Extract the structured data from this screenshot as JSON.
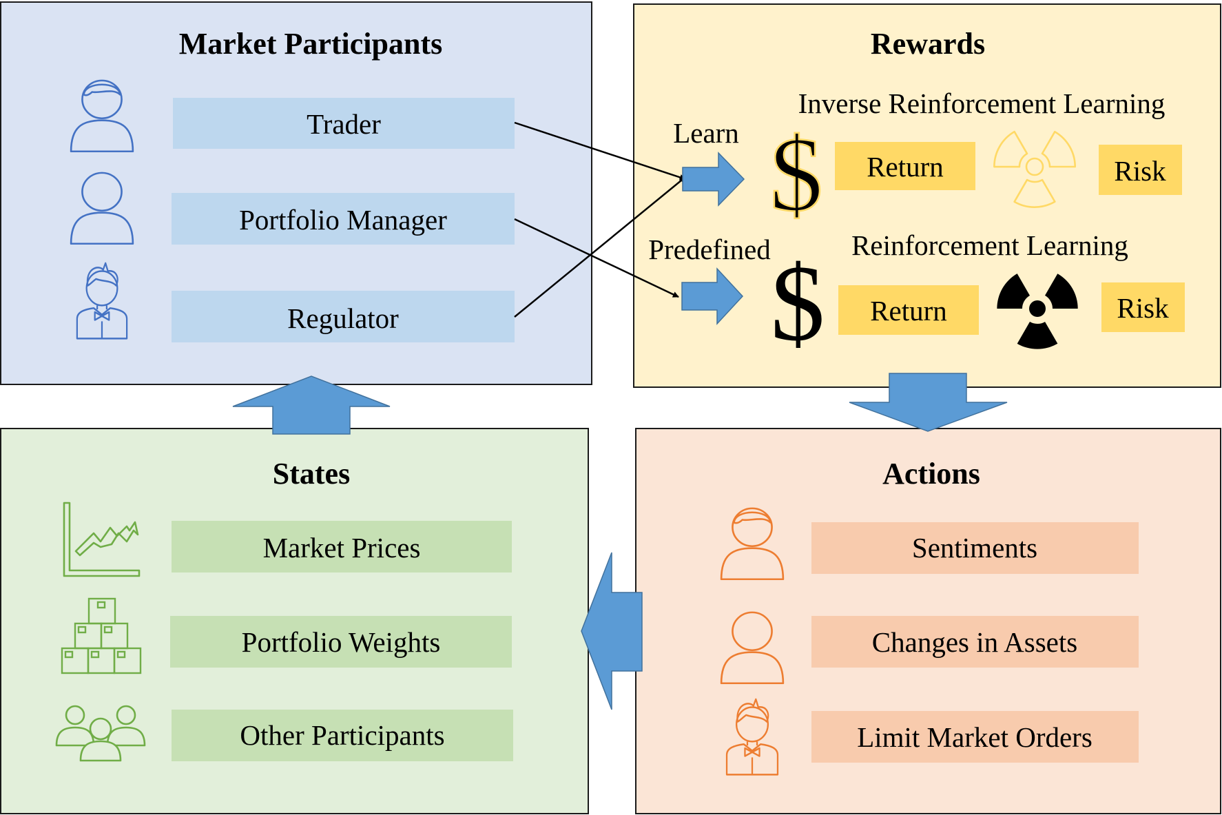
{
  "market_participants": {
    "title": "Market Participants",
    "items": [
      "Trader",
      "Portfolio Manager",
      "Regulator"
    ]
  },
  "rewards": {
    "title": "Rewards",
    "learn_label": "Learn",
    "predefined_label": "Predefined",
    "irl": {
      "title": "Inverse Reinforcement Learning",
      "return_label": "Return",
      "risk_label": "Risk"
    },
    "rl": {
      "title": "Reinforcement Learning",
      "return_label": "Return",
      "risk_label": "Risk"
    },
    "dollar_glyph": "$"
  },
  "states": {
    "title": "States",
    "items": [
      "Market Prices",
      "Portfolio Weights",
      "Other Participants"
    ]
  },
  "actions": {
    "title": "Actions",
    "items": [
      "Sentiments",
      "Changes in Assets",
      "Limit Market Orders"
    ]
  },
  "colors": {
    "participants_bg": "#dae3f3",
    "participants_box": "#bdd7ee",
    "participants_icon": "#4472c4",
    "rewards_bg": "#fff2cc",
    "rewards_box": "#ffd966",
    "irl_icon": "#ffd966",
    "states_bg": "#e2efda",
    "states_box": "#c6e0b4",
    "states_icon": "#70ad47",
    "actions_bg": "#fbe5d6",
    "actions_box": "#f8cbad",
    "actions_icon": "#ed7d31",
    "arrow_fill": "#5b9bd5"
  },
  "icons": {
    "participants": [
      "man-icon",
      "woman-icon",
      "boy-icon"
    ],
    "irl": [
      "dollar-outline-icon",
      "radiation-outline-icon"
    ],
    "rl": [
      "dollar-solid-icon",
      "radiation-solid-icon"
    ],
    "states": [
      "line-chart-icon",
      "stacked-boxes-icon",
      "group-icon"
    ],
    "actions": [
      "man-icon",
      "woman-icon",
      "boy-icon"
    ]
  }
}
